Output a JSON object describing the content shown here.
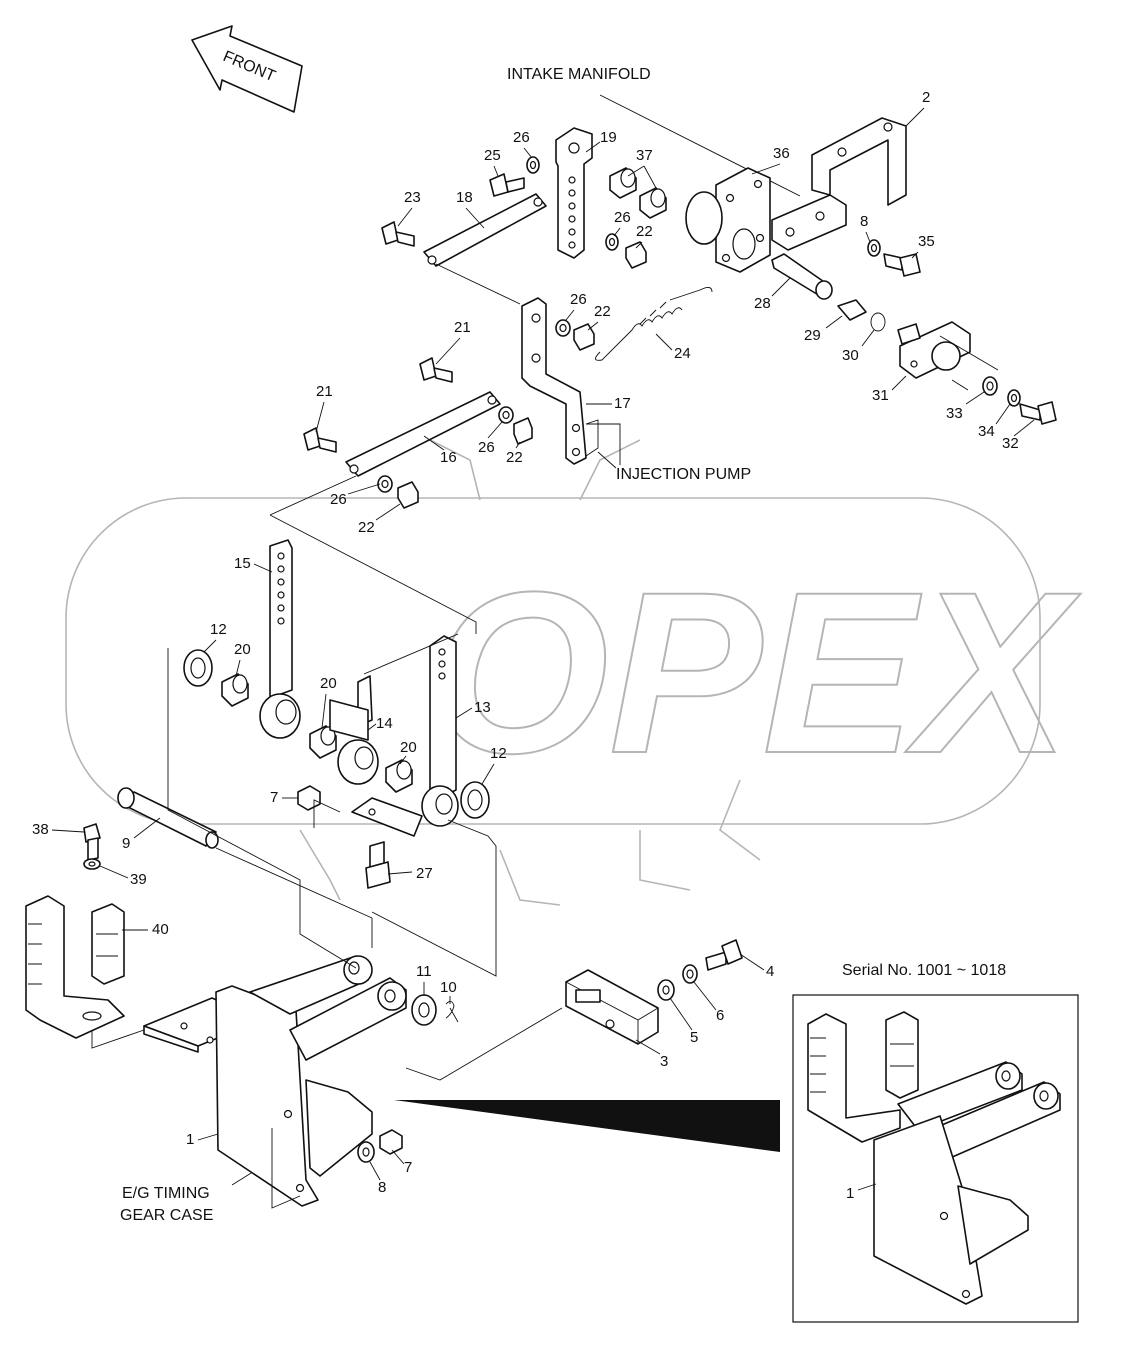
{
  "diagram": {
    "front_arrow_label": "FRONT",
    "captions": {
      "intake_manifold": "INTAKE MANIFOLD",
      "injection_pump": "INJECTION PUMP",
      "timing_gear_case_line1": "E/G TIMING",
      "timing_gear_case_line2": "GEAR CASE",
      "serial_note": "Serial No. 1001 ~ 1018"
    },
    "watermark_text": "OPEX",
    "part_labels": {
      "p1": "1",
      "p2": "2",
      "p3": "3",
      "p4": "4",
      "p5": "5",
      "p6": "6",
      "p7": "7",
      "p8": "8",
      "p9": "9",
      "p10": "10",
      "p11": "11",
      "p12": "12",
      "p13": "13",
      "p14": "14",
      "p15": "15",
      "p16": "16",
      "p17": "17",
      "p18": "18",
      "p19": "19",
      "p20": "20",
      "p21": "21",
      "p22": "22",
      "p23": "23",
      "p24": "24",
      "p25": "25",
      "p26": "26",
      "p27": "27",
      "p28": "28",
      "p29": "29",
      "p30": "30",
      "p31": "31",
      "p32": "32",
      "p33": "33",
      "p34": "34",
      "p35": "35",
      "p36": "36",
      "p37": "37",
      "p38": "38",
      "p39": "39",
      "p40": "40"
    }
  }
}
